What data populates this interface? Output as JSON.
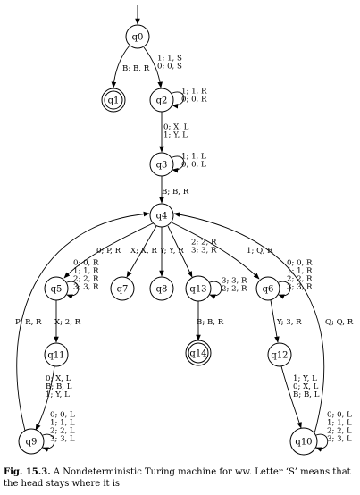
{
  "diagram": {
    "states": [
      {
        "id": "q0",
        "label": "q0",
        "accepting": false
      },
      {
        "id": "q1",
        "label": "q1",
        "accepting": true
      },
      {
        "id": "q2",
        "label": "q2",
        "accepting": false
      },
      {
        "id": "q3",
        "label": "q3",
        "accepting": false
      },
      {
        "id": "q4",
        "label": "q4",
        "accepting": false
      },
      {
        "id": "q5",
        "label": "q5",
        "accepting": false
      },
      {
        "id": "q6",
        "label": "q6",
        "accepting": false
      },
      {
        "id": "q7",
        "label": "q7",
        "accepting": false
      },
      {
        "id": "q8",
        "label": "q8",
        "accepting": false
      },
      {
        "id": "q9",
        "label": "q9",
        "accepting": false
      },
      {
        "id": "q10",
        "label": "q10",
        "accepting": false
      },
      {
        "id": "q11",
        "label": "q11",
        "accepting": false
      },
      {
        "id": "q12",
        "label": "q12",
        "accepting": false
      },
      {
        "id": "q13",
        "label": "q13",
        "accepting": false
      },
      {
        "id": "q14",
        "label": "q14",
        "accepting": true
      }
    ],
    "edges": [
      {
        "id": "e-start",
        "from": "",
        "to": "q0",
        "label": []
      },
      {
        "id": "e-q0-q1",
        "from": "q0",
        "to": "q1",
        "label": [
          "B; B, R"
        ]
      },
      {
        "id": "e-q0-q2",
        "from": "q0",
        "to": "q2",
        "label": [
          "1; 1, S",
          "0; 0, S"
        ]
      },
      {
        "id": "e-q2-q2",
        "from": "q2",
        "to": "q2",
        "label": [
          "1; 1, R",
          "0; 0, R"
        ]
      },
      {
        "id": "e-q2-q3",
        "from": "q2",
        "to": "q3",
        "label": [
          "0; X, L",
          "1; Y, L"
        ]
      },
      {
        "id": "e-q3-q3",
        "from": "q3",
        "to": "q3",
        "label": [
          "1; 1, L",
          "0; 0, L"
        ]
      },
      {
        "id": "e-q3-q4",
        "from": "q3",
        "to": "q4",
        "label": [
          "B; B, R"
        ]
      },
      {
        "id": "e-q4-q5",
        "from": "q4",
        "to": "q5",
        "label": [
          "0; P, R"
        ]
      },
      {
        "id": "e-q4-q7",
        "from": "q4",
        "to": "q7",
        "label": [
          "X; X, R"
        ]
      },
      {
        "id": "e-q4-q8",
        "from": "q4",
        "to": "q8",
        "label": [
          "Y; Y, R"
        ]
      },
      {
        "id": "e-q4-q13",
        "from": "q4",
        "to": "q13",
        "label": [
          "2; 2, R",
          "3; 3, R"
        ]
      },
      {
        "id": "e-q4-q6",
        "from": "q4",
        "to": "q6",
        "label": [
          "1; Q, R"
        ]
      },
      {
        "id": "e-q5-q5",
        "from": "q5",
        "to": "q5",
        "label": [
          "0; 0, R",
          "1; 1, R",
          "2; 2, R",
          "3; 3, R"
        ]
      },
      {
        "id": "e-q6-q6",
        "from": "q6",
        "to": "q6",
        "label": [
          "0; 0, R",
          "1; 1, R",
          "2; 2, R",
          "3; 3, R"
        ]
      },
      {
        "id": "e-q13-q13",
        "from": "q13",
        "to": "q13",
        "label": [
          "3; 3, R",
          "2; 2, R"
        ]
      },
      {
        "id": "e-q13-q14",
        "from": "q13",
        "to": "q14",
        "label": [
          "B; B, R"
        ]
      },
      {
        "id": "e-q5-q11",
        "from": "q5",
        "to": "q11",
        "label": [
          "X; 2, R"
        ]
      },
      {
        "id": "e-q6-q12",
        "from": "q6",
        "to": "q12",
        "label": [
          "Y; 3, R"
        ]
      },
      {
        "id": "e-q11-q9",
        "from": "q11",
        "to": "q9",
        "label": [
          "0; X, L",
          "B; B, L",
          "1; Y, L"
        ]
      },
      {
        "id": "e-q12-q10",
        "from": "q12",
        "to": "q10",
        "label": [
          "1; Y, L",
          "0; X, L",
          "B; B, L"
        ]
      },
      {
        "id": "e-q9-q9",
        "from": "q9",
        "to": "q9",
        "label": [
          "0; 0, L",
          "1; 1, L",
          "2; 2, L",
          "3; 3, L"
        ]
      },
      {
        "id": "e-q10-q10",
        "from": "q10",
        "to": "q10",
        "label": [
          "0; 0, L",
          "1; 1, L",
          "2; 2, L",
          "3; 3, L"
        ]
      },
      {
        "id": "e-q9-q4",
        "from": "q9",
        "to": "q4",
        "label": [
          "P; R, R"
        ]
      },
      {
        "id": "e-q10-q4",
        "from": "q10",
        "to": "q4",
        "label": [
          "Q; Q, R"
        ]
      }
    ]
  },
  "caption": {
    "figure_label": "Fig. 15.3.",
    "text": "A Nondeterministic Turing machine for ww. Letter ‘S’ means that the head stays where it is"
  }
}
